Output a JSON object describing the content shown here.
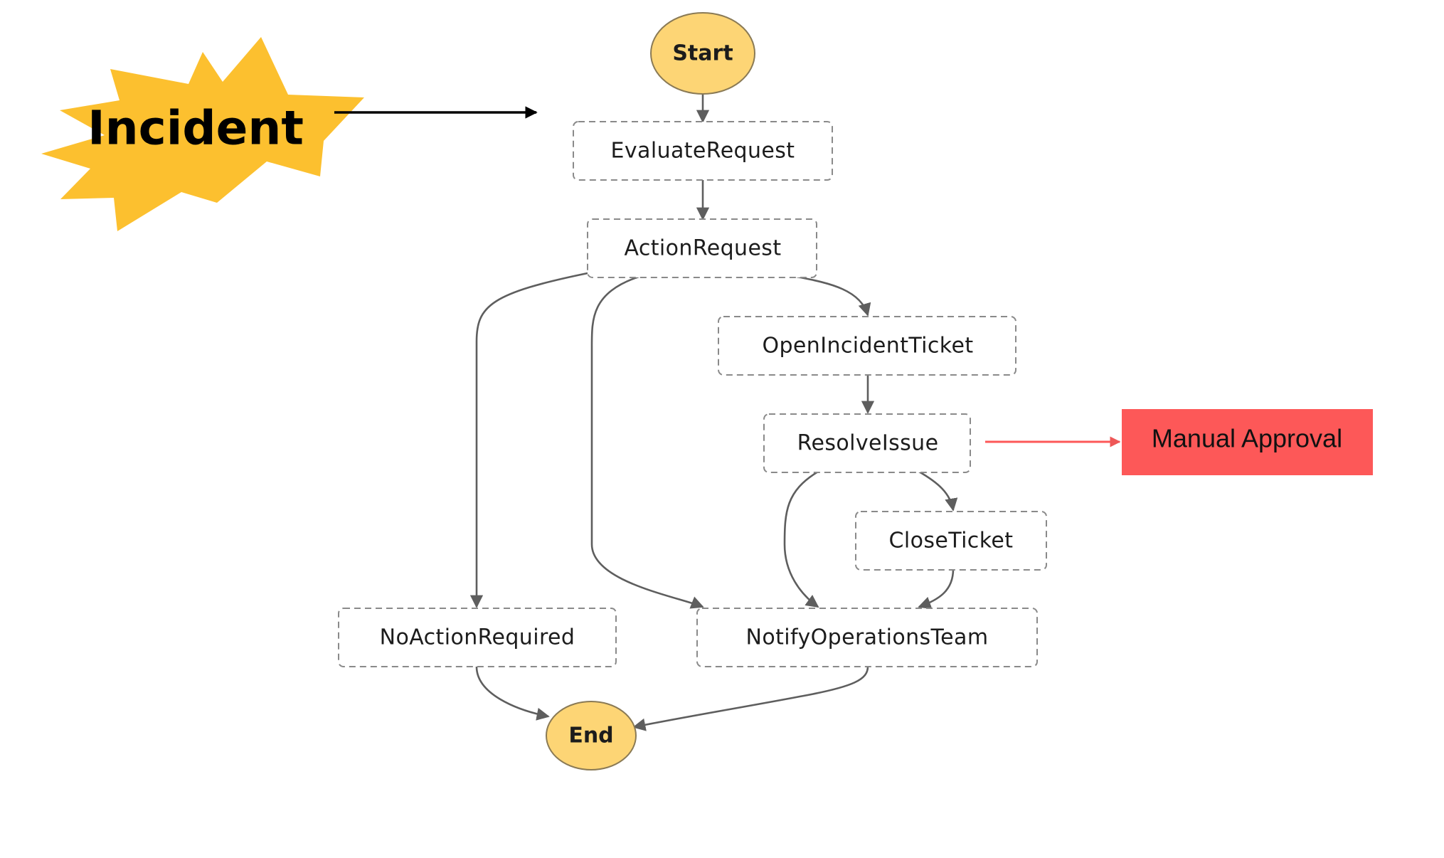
{
  "burst": {
    "label": "Incident",
    "color": "#fcc02f"
  },
  "callout": {
    "label": "Manual Approval",
    "color": "#fd5858"
  },
  "workflow": {
    "start": "Start",
    "end": "End",
    "states": {
      "evaluate_request": "EvaluateRequest",
      "action_request": "ActionRequest",
      "open_incident_ticket": "OpenIncidentTicket",
      "resolve_issue": "ResolveIssue",
      "close_ticket": "CloseTicket",
      "no_action_required": "NoActionRequired",
      "notify_operations_team": "NotifyOperationsTeam"
    },
    "transitions": [
      [
        "Start",
        "EvaluateRequest"
      ],
      [
        "EvaluateRequest",
        "ActionRequest"
      ],
      [
        "ActionRequest",
        "NoActionRequired"
      ],
      [
        "ActionRequest",
        "NotifyOperationsTeam"
      ],
      [
        "ActionRequest",
        "OpenIncidentTicket"
      ],
      [
        "OpenIncidentTicket",
        "ResolveIssue"
      ],
      [
        "ResolveIssue",
        "NotifyOperationsTeam"
      ],
      [
        "ResolveIssue",
        "CloseTicket"
      ],
      [
        "CloseTicket",
        "NotifyOperationsTeam"
      ],
      [
        "NoActionRequired",
        "End"
      ],
      [
        "NotifyOperationsTeam",
        "End"
      ]
    ]
  }
}
